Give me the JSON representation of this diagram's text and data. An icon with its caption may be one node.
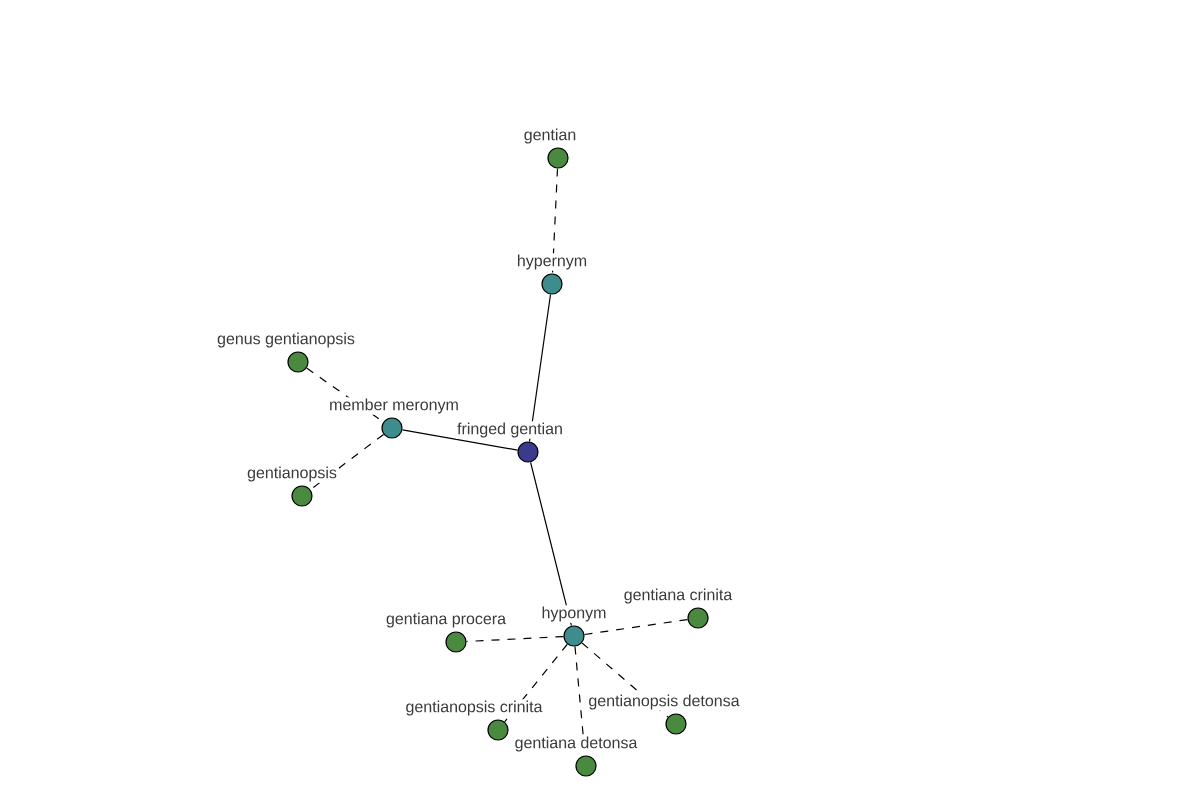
{
  "diagram": {
    "nodes": [
      {
        "text": [
          "gentian"
        ]
      },
      {
        "text": [
          "hypernym"
        ]
      },
      {
        "text": [
          "genus gentianopsis"
        ]
      },
      {
        "text": [
          "member meronym"
        ]
      },
      {
        "text": [
          "fringed gentian"
        ]
      },
      {
        "text": [
          "gentianopsis"
        ]
      },
      {
        "text": [
          "gentiana crinita"
        ]
      },
      {
        "text": [
          "hyponym"
        ]
      },
      {
        "text": [
          "gentiana procera"
        ]
      },
      {
        "text": [
          "gentianopsis detonsa"
        ]
      },
      {
        "text": [
          "gentianopsis crinita"
        ]
      },
      {
        "text": [
          "gentiana detonsa"
        ]
      }
    ],
    "edges": [
      {
        "from": 0,
        "to": 1,
        "arrow": "none",
        "style": "dashed"
      },
      {
        "from": 1,
        "to": 4,
        "arrow": "none"
      },
      {
        "from": 2,
        "to": 3,
        "arrow": "none",
        "style": "dashed"
      },
      {
        "from": 3,
        "to": 4,
        "arrow": "none"
      },
      {
        "from": 3,
        "to": 5,
        "arrow": "none",
        "style": "dashed"
      },
      {
        "from": 4,
        "to": 7,
        "arrow": "none"
      },
      {
        "from": 7,
        "to": 6,
        "arrow": "none",
        "style": "dashed"
      },
      {
        "from": 7,
        "to": 8,
        "arrow": "none",
        "style": "dashed"
      },
      {
        "from": 7,
        "to": 9,
        "arrow": "none",
        "style": "dashed"
      },
      {
        "from": 7,
        "to": 10,
        "arrow": "none",
        "style": "dashed"
      },
      {
        "from": 7,
        "to": 11,
        "arrow": "none",
        "style": "dashed"
      }
    ]
  }
}
